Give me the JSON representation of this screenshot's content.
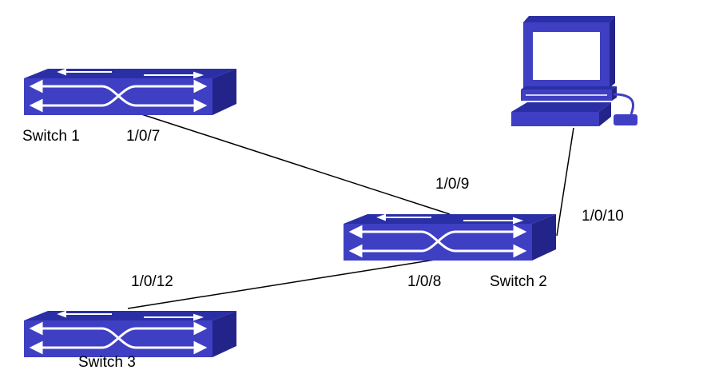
{
  "colors": {
    "device_top": "#2a2fa6",
    "device_front": "#3f3fc4",
    "device_side": "#23248a",
    "arrow": "#ffffff",
    "link": "#000000",
    "monitor_screen": "#ffffff"
  },
  "devices": [
    {
      "id": "switch1",
      "label": "Switch 1",
      "icon": "switch-icon"
    },
    {
      "id": "switch2",
      "label": "Switch 2",
      "icon": "switch-icon"
    },
    {
      "id": "switch3",
      "label": "Switch 3",
      "icon": "switch-icon"
    },
    {
      "id": "pc",
      "label": "",
      "icon": "computer-icon"
    }
  ],
  "ports": {
    "sw1_to_sw2": "1/0/7",
    "sw2_to_sw1": "1/0/9",
    "sw2_to_pc": "1/0/10",
    "sw3_to_sw2": "1/0/12",
    "sw2_to_sw3": "1/0/8"
  },
  "links": [
    {
      "from": "switch1",
      "from_port": "1/0/7",
      "to": "switch2",
      "to_port": "1/0/9"
    },
    {
      "from": "switch2",
      "from_port": "1/0/10",
      "to": "pc",
      "to_port": ""
    },
    {
      "from": "switch3",
      "from_port": "1/0/12",
      "to": "switch2",
      "to_port": "1/0/8"
    }
  ]
}
